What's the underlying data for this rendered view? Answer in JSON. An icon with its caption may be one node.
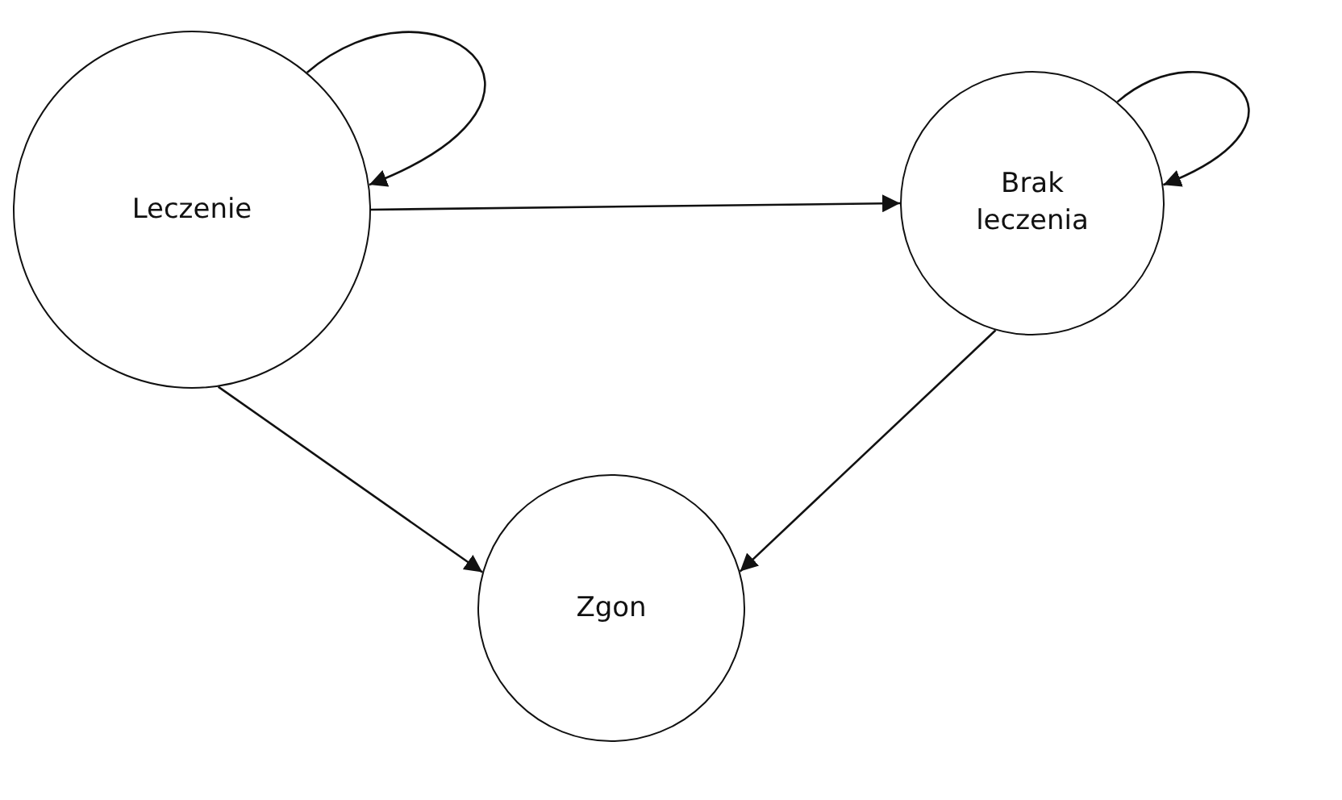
{
  "diagram": {
    "nodes": [
      {
        "text": [
          "Leczenie"
        ]
      },
      {
        "text": [
          "Brak leczenia"
        ]
      },
      {
        "text": [
          "Zgon"
        ]
      }
    ],
    "edges": [
      {
        "from": 0,
        "to": 0,
        "arrow": "to"
      },
      {
        "from": 1,
        "to": 1,
        "arrow": "to"
      },
      {
        "from": 0,
        "to": 1,
        "arrow": "to"
      },
      {
        "from": 0,
        "to": 2,
        "arrow": "to"
      },
      {
        "from": 1,
        "to": 2,
        "arrow": "to"
      }
    ]
  }
}
